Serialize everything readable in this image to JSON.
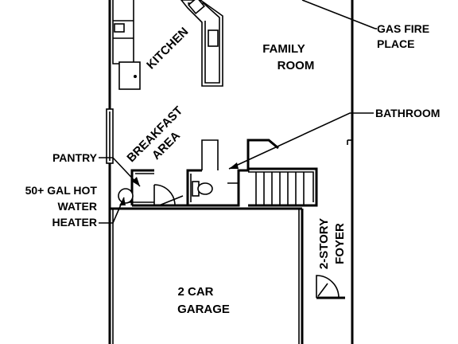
{
  "rooms": {
    "kitchen": "KITCHEN",
    "family_room": [
      "FAMILY",
      "ROOM"
    ],
    "breakfast_area": [
      "BREAKFAST",
      "AREA"
    ],
    "garage": [
      "2 CAR",
      "GARAGE"
    ],
    "foyer": [
      "2-STORY",
      "FOYER"
    ]
  },
  "callouts": {
    "gas_fireplace": [
      "GAS FIRE",
      "PLACE"
    ],
    "bathroom": "BATHROOM",
    "pantry": "PANTRY",
    "water_heater": [
      "50+ GAL HOT",
      "WATER",
      "HEATER"
    ]
  },
  "colors": {
    "ink": "#000000",
    "paper": "#ffffff"
  }
}
